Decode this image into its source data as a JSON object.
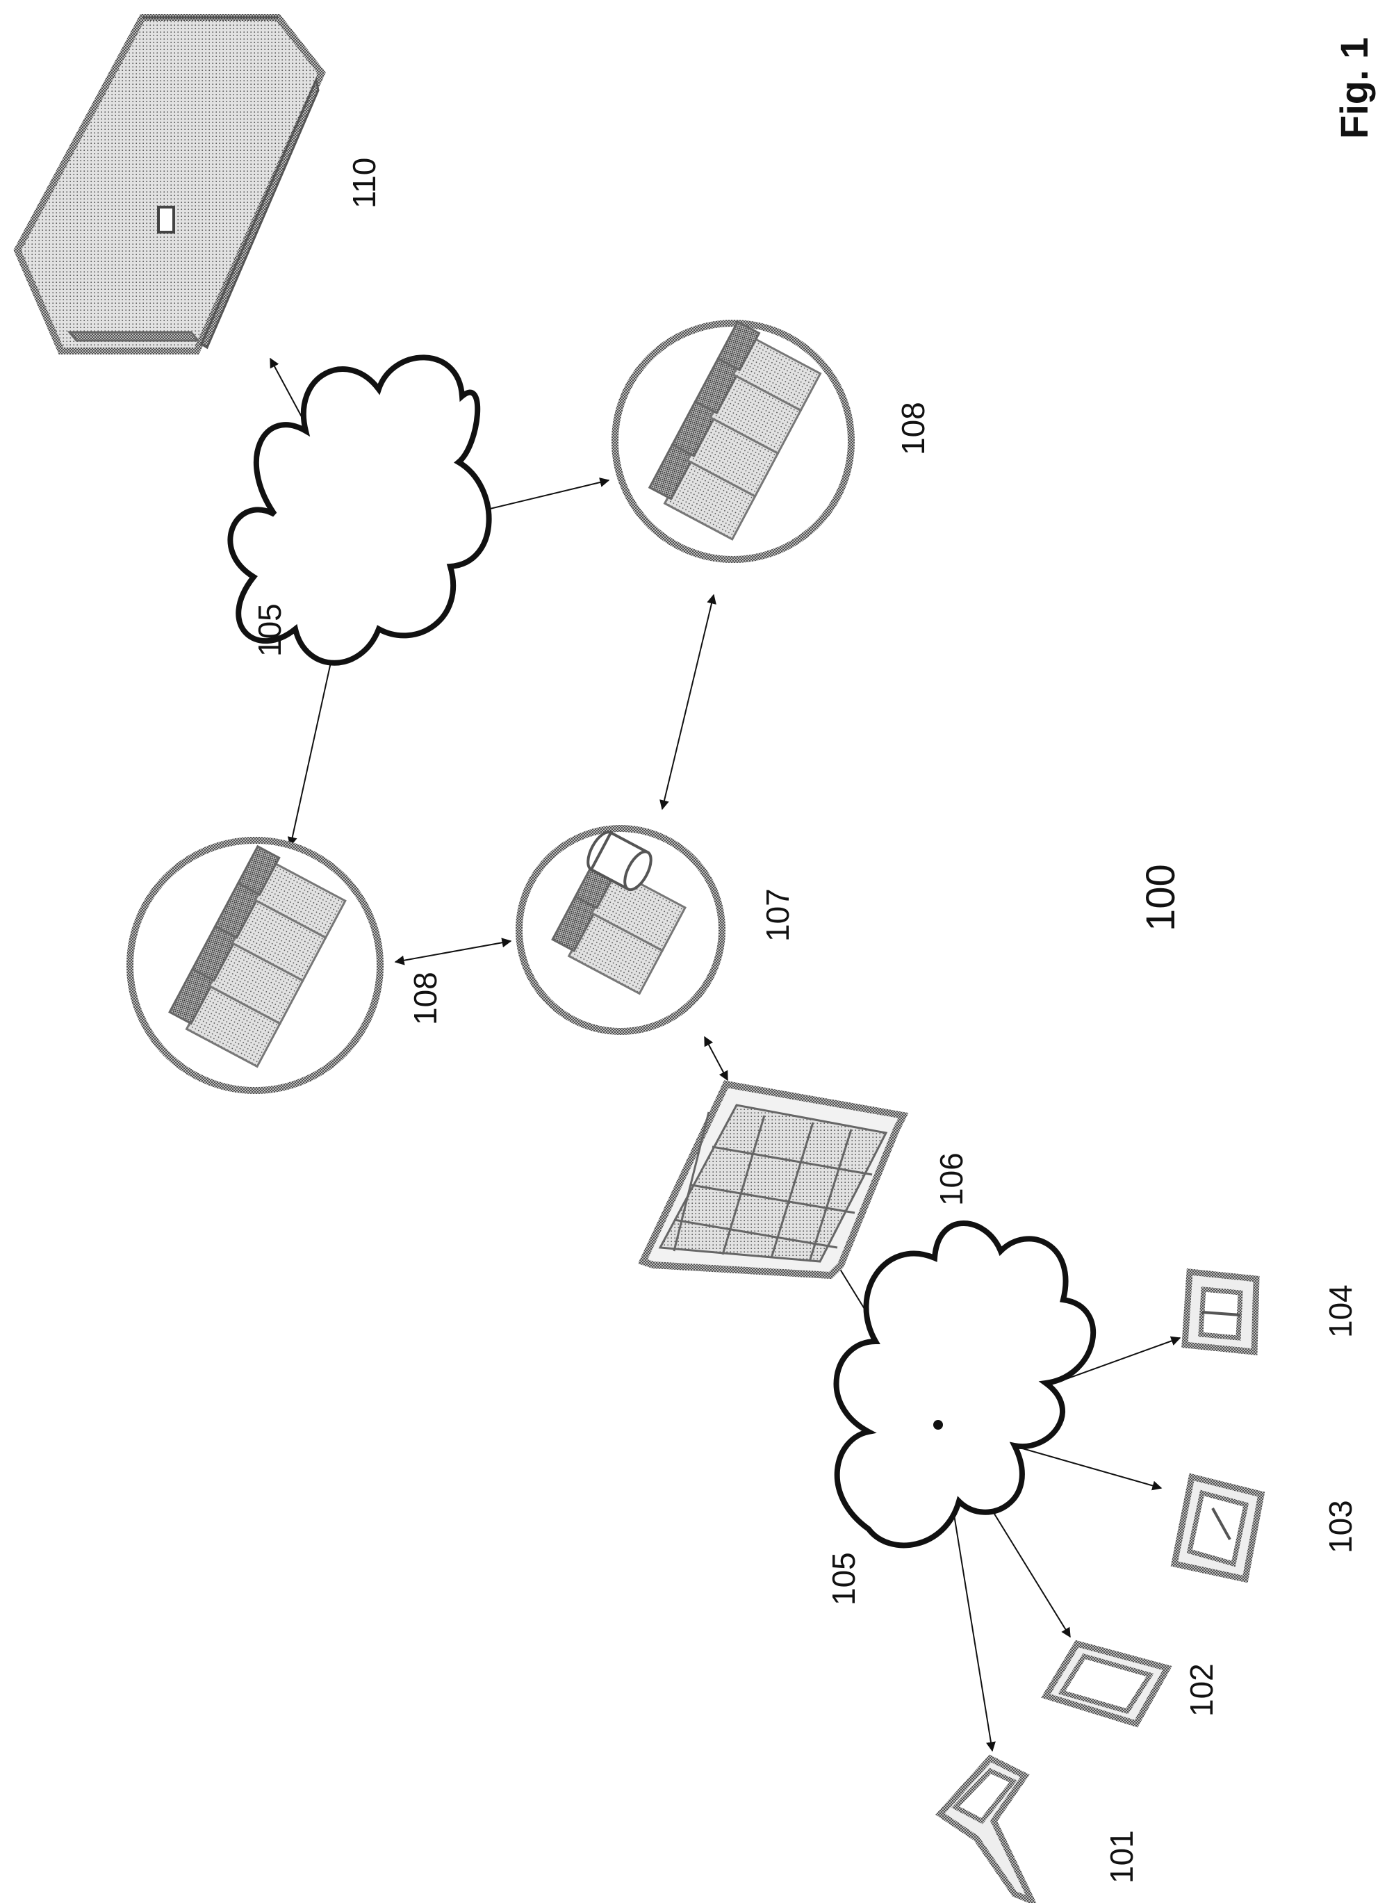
{
  "figure_label": "Fig. 1",
  "system_label": "100",
  "nodes": {
    "device_101": {
      "label": "101",
      "icon": "desktop-computer-icon"
    },
    "device_102": {
      "label": "102",
      "icon": "laptop-icon"
    },
    "device_103": {
      "label": "103",
      "icon": "tablet-icon"
    },
    "device_104": {
      "label": "104",
      "icon": "mobile-device-icon"
    },
    "network_lower": {
      "label": "105",
      "icon": "cloud-network-icon"
    },
    "network_upper": {
      "label": "105",
      "icon": "cloud-network-icon"
    },
    "firewall": {
      "label": "106",
      "icon": "firewall-icon"
    },
    "gateway_server": {
      "label": "107",
      "icon": "server-database-icon"
    },
    "cluster_left": {
      "label": "108",
      "icon": "server-cluster-icon"
    },
    "cluster_right": {
      "label": "108",
      "icon": "server-cluster-icon"
    },
    "datacenter": {
      "label": "110",
      "icon": "server-rack-icon"
    }
  },
  "connections": [
    [
      "network_lower",
      "device_101"
    ],
    [
      "network_lower",
      "device_102"
    ],
    [
      "network_lower",
      "device_103"
    ],
    [
      "network_lower",
      "device_104"
    ],
    [
      "network_lower",
      "firewall"
    ],
    [
      "firewall",
      "gateway_server"
    ],
    [
      "gateway_server",
      "cluster_left"
    ],
    [
      "gateway_server",
      "cluster_right"
    ],
    [
      "cluster_left",
      "network_upper"
    ],
    [
      "cluster_right",
      "network_upper"
    ],
    [
      "network_upper",
      "datacenter"
    ]
  ]
}
